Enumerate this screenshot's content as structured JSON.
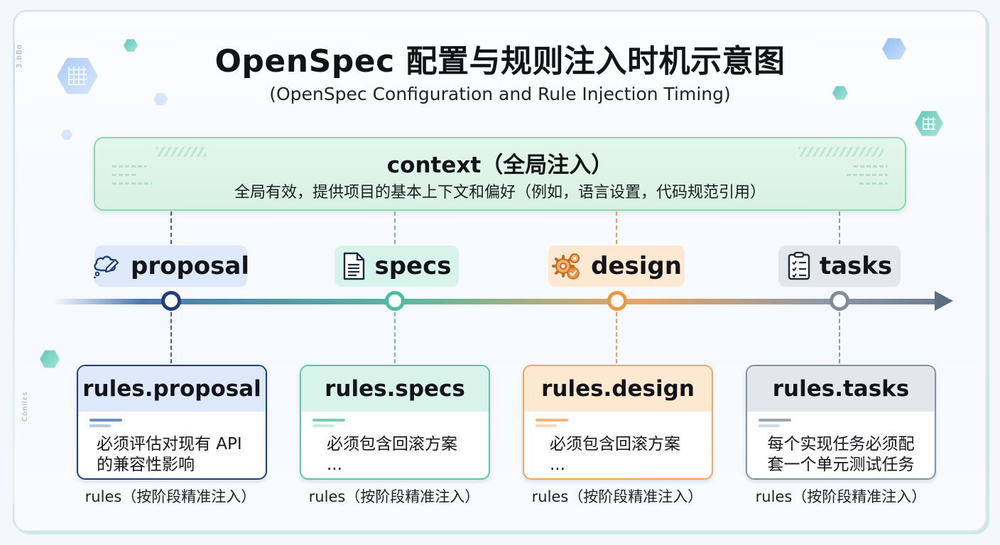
{
  "title": "OpenSpec 配置与规则注入时机示意图",
  "subtitle": "(OpenSpec Configuration and Rule Injection Timing)",
  "context": {
    "title": "context（全局注入）",
    "description": "全局有效，提供项目的基本上下文和偏好（例如，语言设置，代码规范引用）"
  },
  "stages": [
    {
      "label": "proposal",
      "icon": "thought-bubble-pencil-icon",
      "color": "#1e3f7a"
    },
    {
      "label": "specs",
      "icon": "document-icon",
      "color": "#3bb59a"
    },
    {
      "label": "design",
      "icon": "gears-icon",
      "color": "#e8923a"
    },
    {
      "label": "tasks",
      "icon": "checklist-icon",
      "color": "#7e8b99"
    }
  ],
  "rules": [
    {
      "title": "rules.proposal",
      "body": "必须评估对现有 API\n的兼容性影响",
      "caption": "rules（按阶段精准注入）"
    },
    {
      "title": "rules.specs",
      "body": "必须包含回滚方案\n...",
      "caption": "rules（按阶段精准注入）"
    },
    {
      "title": "rules.design",
      "body": "必须包含回滚方案\n...",
      "caption": "rules（按阶段精准注入）"
    },
    {
      "title": "rules.tasks",
      "body": "每个实现任务必须配\n套一个单元测试任务",
      "caption": "rules（按阶段精准注入）"
    }
  ],
  "colors": {
    "proposal_bg": "#dde8fb",
    "proposal_border": "#1e3f7a",
    "specs_bg": "#d7f3ea",
    "specs_border": "#5cc6a9",
    "design_bg": "#fde8d2",
    "design_border": "#f0a65c",
    "tasks_bg": "#e3e7ec",
    "tasks_border": "#8592a1",
    "context_border": "#8fd4b3"
  },
  "decor_side_text": [
    "3.bBɑ",
    "Cönllɛs"
  ]
}
